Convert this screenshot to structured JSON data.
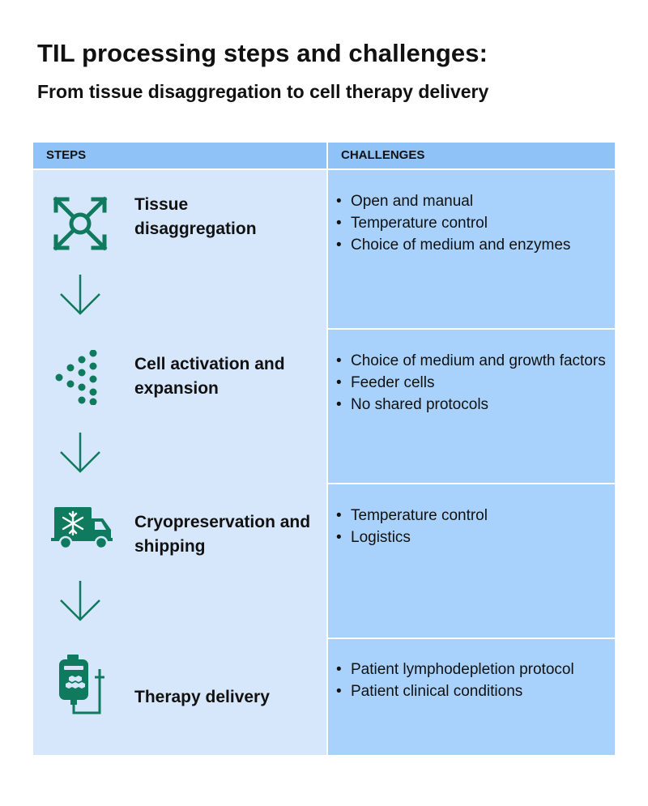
{
  "title": "TIL processing steps and challenges:",
  "subtitle": "From tissue disaggregation to cell therapy delivery",
  "headers": {
    "steps": "STEPS",
    "challenges": "CHALLENGES"
  },
  "colors": {
    "icon": "#0f7a5d",
    "header_bg": "#8fc3f8",
    "steps_bg": "#d6e7fb",
    "challenges_bg": "#a8d2fb"
  },
  "steps": [
    {
      "icon": "expand-arrows-icon",
      "label": "Tissue disaggregation",
      "challenges": [
        "Open and manual",
        "Temperature control",
        "Choice of medium and enzymes"
      ]
    },
    {
      "icon": "dots-spread-icon",
      "label": "Cell activation and expansion",
      "challenges": [
        "Choice of medium and growth factors",
        "Feeder cells",
        "No shared protocols"
      ]
    },
    {
      "icon": "refrigerated-truck-icon",
      "label": "Cryopreservation and shipping",
      "challenges": [
        "Temperature control",
        "Logistics"
      ]
    },
    {
      "icon": "infusion-bag-icon",
      "label": "Therapy delivery",
      "challenges": [
        "Patient lymphodepletion protocol",
        "Patient clinical conditions"
      ]
    }
  ]
}
